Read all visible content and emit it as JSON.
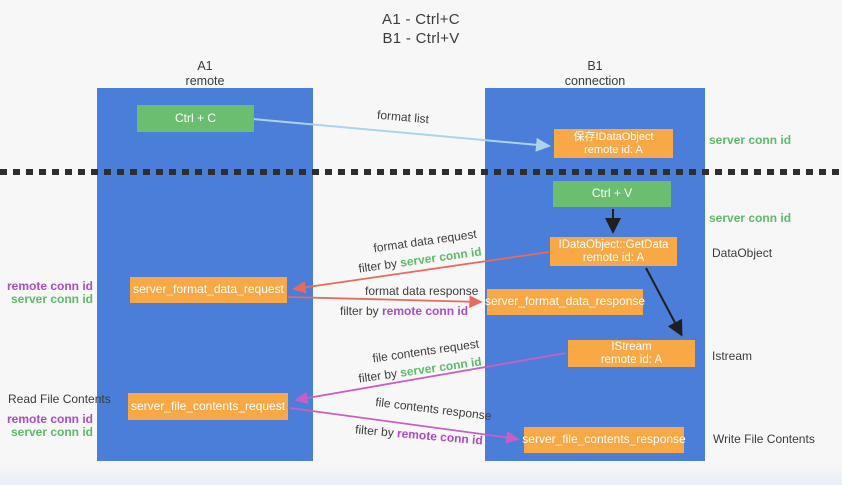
{
  "title": {
    "line1": "A1 - Ctrl+C",
    "line2": "B1 - Ctrl+V"
  },
  "columns": {
    "left": {
      "name": "A1",
      "role": "remote"
    },
    "right": {
      "name": "B1",
      "role": "connection"
    }
  },
  "boxes": {
    "ctrl_c": "Ctrl + C",
    "ctrl_v": "Ctrl + V",
    "save_idataobject": {
      "line1": "保存IDataObject",
      "line2": "remote id: A"
    },
    "idataobject_getdata": {
      "line1": "IDataObject::GetData",
      "line2": "remote id: A"
    },
    "istream": {
      "line1": "IStream",
      "line2": "remote id: A"
    },
    "server_format_data_request": "server_format_data_request",
    "server_format_data_response": "server_format_data_response",
    "server_file_contents_request": "server_file_contents_request",
    "server_file_contents_response": "server_file_contents_response"
  },
  "arrow_labels": {
    "format_list": "format list",
    "format_data_request": "format data request",
    "format_data_response": "format data response",
    "file_contents_request": "file contents request",
    "file_contents_response": "file contents response",
    "filter_by": "filter by ",
    "server_conn_id": "server conn id",
    "remote_conn_id": "remote conn id"
  },
  "side_labels": {
    "right_server_conn_id_top": "server conn id",
    "right_server_conn_id_mid": "server conn id",
    "data_object": "DataObject",
    "istream": "Istream",
    "write_file_contents": "Write File Contents",
    "left_remote_conn_id_top": "remote conn id",
    "left_server_conn_id_top": "server conn id",
    "read_file_contents": "Read File Contents",
    "left_remote_conn_id_bottom": "remote conn id",
    "left_server_conn_id_bottom": "server conn id"
  },
  "colors": {
    "column_blue": "#4a7ed8",
    "box_green": "#6bbd6f",
    "box_orange": "#f8a845",
    "text_green": "#5cbb66",
    "text_purple": "#a94cc5",
    "arrow_red": "#e8695d",
    "arrow_magenta": "#c95fc5",
    "arrow_blue": "#a9d3ef",
    "arrow_black": "#1f1f1f",
    "background": "#f7f7f8"
  }
}
